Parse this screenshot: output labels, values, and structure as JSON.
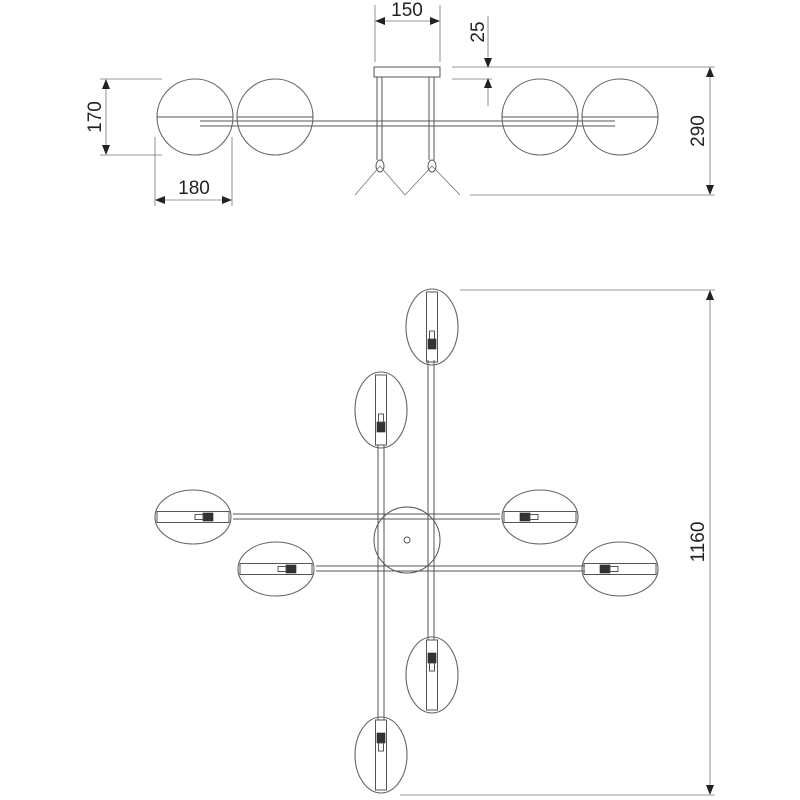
{
  "drawing": {
    "side_view": {
      "dimensions": {
        "canopy_width": "150",
        "canopy_height": "25",
        "globe_height": "170",
        "globe_width": "180",
        "total_height": "290"
      }
    },
    "top_view": {
      "dimensions": {
        "total_length": "1160"
      }
    },
    "line_color": "#555555"
  }
}
